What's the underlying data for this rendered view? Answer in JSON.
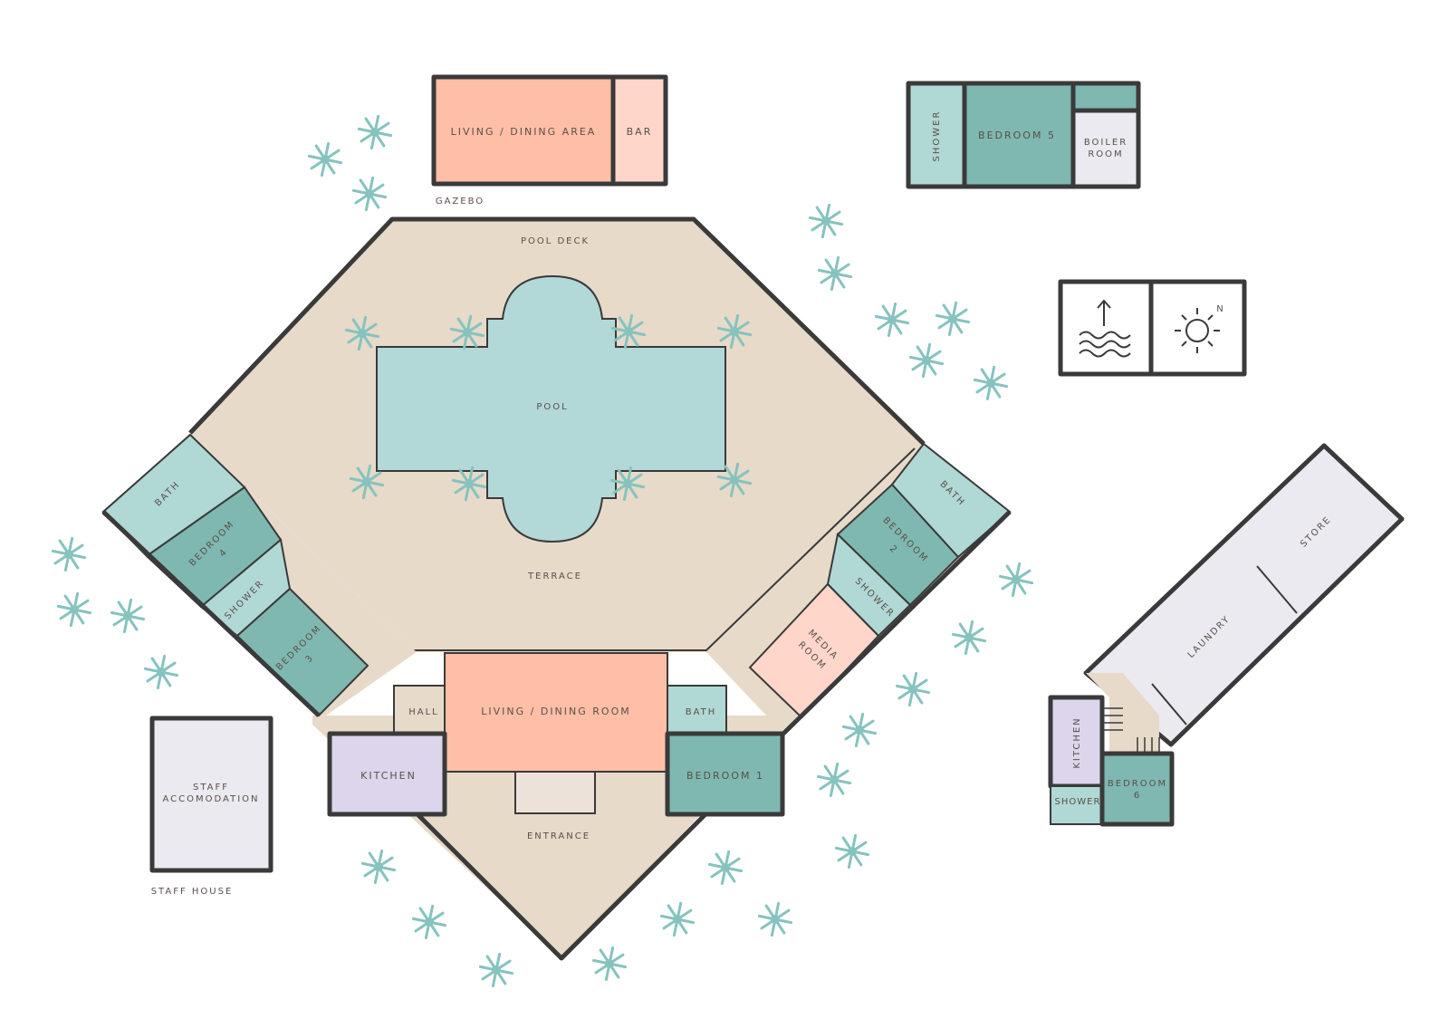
{
  "colors": {
    "deck": "#e7dac9",
    "pool": "#b2d8d8",
    "living": "#ffbfa6",
    "bar": "#ffd6c9",
    "bedroom": "#7fb8b0",
    "wet": "#b0d8d4",
    "kitchen": "#dcd5ec",
    "service": "#ebeaf0",
    "entrance": "#ede2da",
    "wall": "#3a3a3a",
    "plant": "#86c3bf"
  },
  "labels": {
    "gazebo_living": "LIVING / DINING AREA",
    "gazebo_bar": "BAR",
    "gazebo": "GAZEBO",
    "shower_top": "SHOWER",
    "bedroom5": "BEDROOM 5",
    "boiler_l1": "BOILER",
    "boiler_l2": "ROOM",
    "pool_deck": "POOL DECK",
    "pool": "POOL",
    "terrace": "TERRACE",
    "bath_left": "BATH",
    "bedroom4_l1": "BEDROOM",
    "bedroom4_l2": "4",
    "shower_left": "SHOWER",
    "bedroom3_l1": "BEDROOM",
    "bedroom3_l2": "3",
    "bath_right": "BATH",
    "bedroom2_l1": "BEDROOM",
    "bedroom2_l2": "2",
    "shower_right": "SHOWER",
    "media_l1": "MEDIA",
    "media_l2": "ROOM",
    "hall": "HALL",
    "living_dining_room": "LIVING / DINING ROOM",
    "bath_main": "BATH",
    "kitchen_main": "KITCHEN",
    "bedroom1": "BEDROOM 1",
    "entrance": "ENTRANCE",
    "staff_l1": "STAFF",
    "staff_l2": "ACCOMODATION",
    "staff_house": "STAFF HOUSE",
    "store": "STORE",
    "laundry": "LAUNDRY",
    "kitchen_small": "KITCHEN",
    "shower_small": "SHOWER",
    "bedroom6_l1": "BEDROOM",
    "bedroom6_l2": "6",
    "compass_n": "N"
  },
  "legend": {
    "icons": [
      "sea-direction-icon",
      "sun-compass-icon"
    ]
  }
}
